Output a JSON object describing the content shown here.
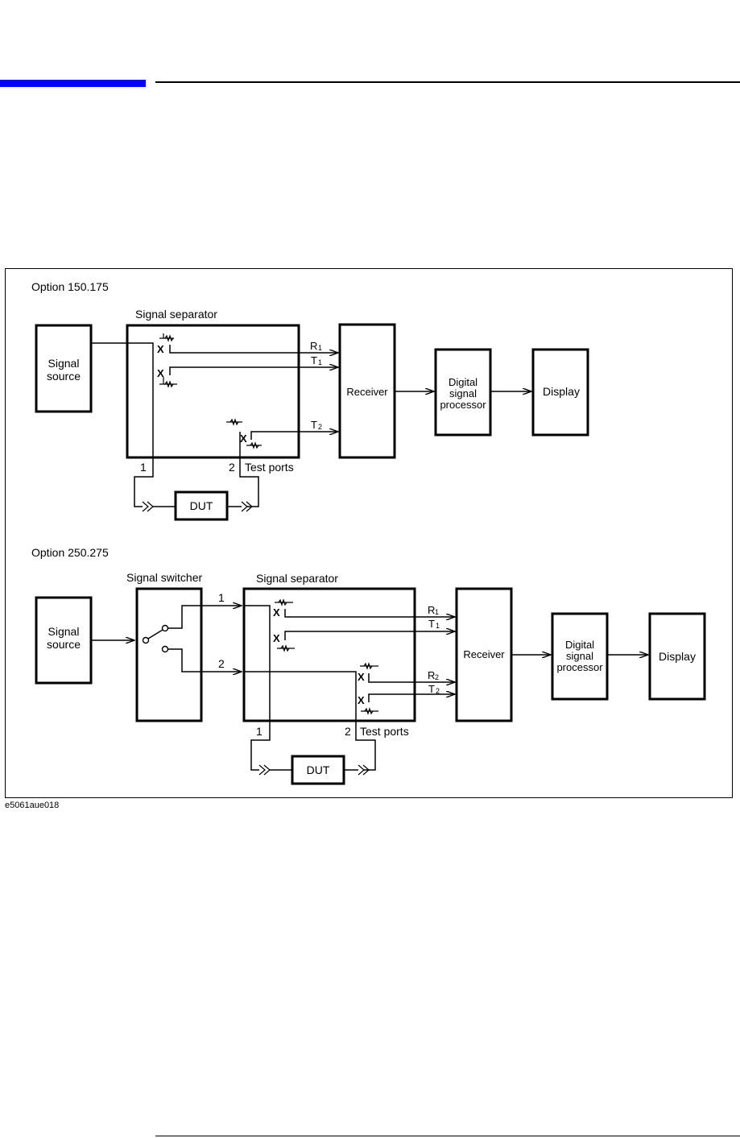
{
  "figure_id": "e5061aue018",
  "option1": {
    "title": "Option 150.175",
    "signal_source": [
      "Signal",
      "source"
    ],
    "signal_separator": "Signal separator",
    "r1": "R",
    "t1": "T",
    "t2": "T",
    "sub1": "1",
    "sub2": "2",
    "receiver": "Receiver",
    "dsp": [
      "Digital",
      "signal",
      "processor"
    ],
    "display": "Display",
    "port1": "1",
    "port2": "2",
    "test_ports": "Test ports",
    "dut": "DUT"
  },
  "option2": {
    "title": "Option 250.275",
    "signal_source": [
      "Signal",
      "source"
    ],
    "signal_switcher": "Signal switcher",
    "signal_separator": "Signal separator",
    "path1": "1",
    "path2": "2",
    "r1": "R",
    "t1": "T",
    "r2": "R",
    "t2": "T",
    "sub1": "1",
    "sub2": "2",
    "receiver": "Receiver",
    "dsp": [
      "Digital",
      "signal",
      "processor"
    ],
    "display": "Display",
    "port1": "1",
    "port2": "2",
    "test_ports": "Test ports",
    "dut": "DUT"
  }
}
